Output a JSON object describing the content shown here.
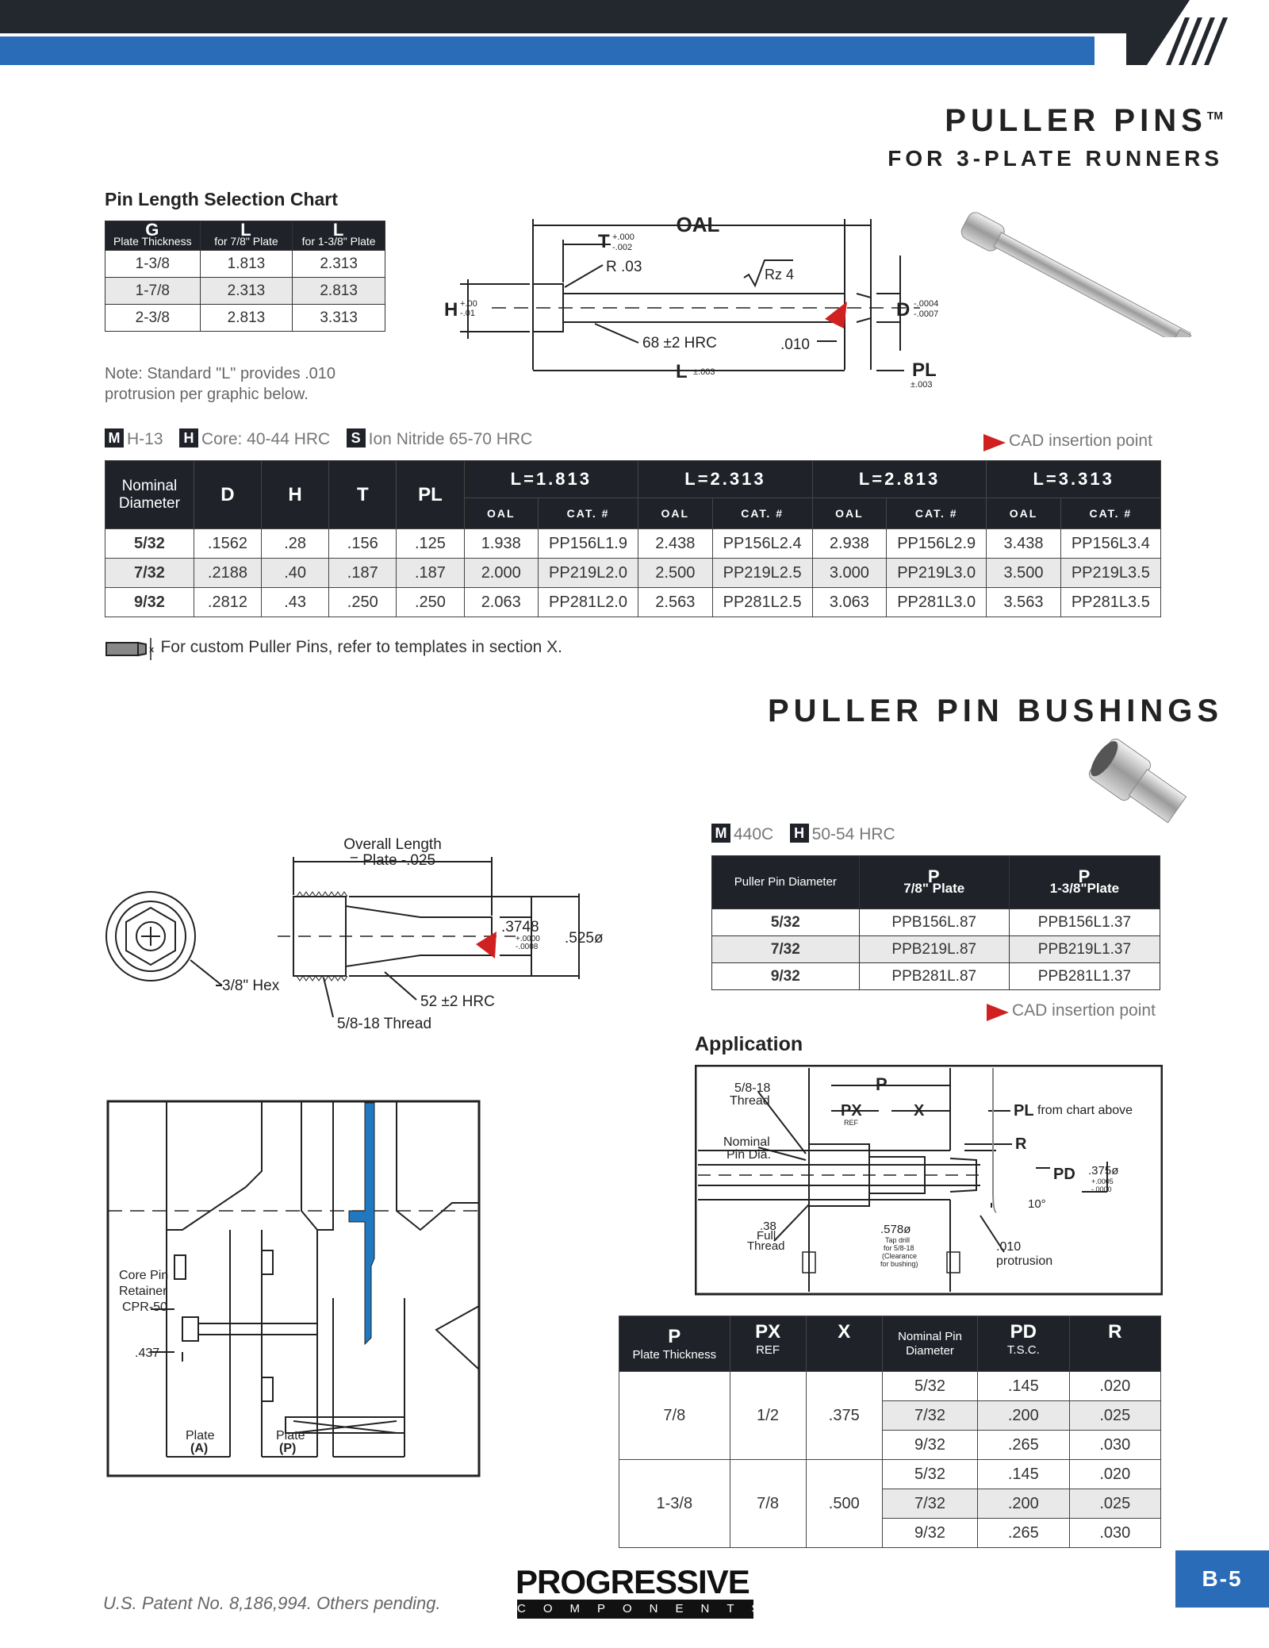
{
  "header": {
    "title": "PULLER PINS",
    "trademark": "TM",
    "subtitle": "FOR 3-PLATE RUNNERS"
  },
  "selection_chart": {
    "heading": "Pin Length Selection Chart",
    "col1_letter": "G",
    "col1_sub": "Plate Thickness",
    "col2_letter": "L",
    "col2_sub": "for 7/8\" Plate",
    "col3_letter": "L",
    "col3_sub": "for 1-3/8\" Plate",
    "rows": [
      [
        "1-3/8",
        "1.813",
        "2.313"
      ],
      [
        "1-7/8",
        "2.313",
        "2.813"
      ],
      [
        "2-3/8",
        "2.813",
        "3.313"
      ]
    ],
    "note_line1": "Note: Standard \"L\" provides .010",
    "note_line2": "protrusion per graphic below."
  },
  "pin_drawing": {
    "oal": "OAL",
    "t": "T",
    "t_tol_up": "+.000",
    "t_tol_dn": "-.002",
    "r": "R .03",
    "rz": "Rz 4",
    "h": "H",
    "h_tol_up": "+.00",
    "h_tol_dn": "-.01",
    "d": "D",
    "d_tol_up": "-.0004",
    "d_tol_dn": "-.0007",
    "hrc": "68 ±2 HRC",
    "prot": ".010",
    "l": "L",
    "l_tol": "±.003",
    "pl": "PL",
    "pl_tol": "±.003"
  },
  "materials": [
    {
      "badge": "M",
      "text": "H-13"
    },
    {
      "badge": "H",
      "text": "Core: 40-44 HRC"
    },
    {
      "badge": "S",
      "text": "Ion Nitride 65-70 HRC"
    }
  ],
  "cad_label": "CAD insertion point",
  "main_table": {
    "nominal": "Nominal Diameter",
    "cols": [
      "D",
      "H",
      "T",
      "PL"
    ],
    "groups": [
      "L=1.813",
      "L=2.313",
      "L=2.813",
      "L=3.313"
    ],
    "sub_oal": "OAL",
    "sub_cat": "CAT. #",
    "rows": [
      [
        "5/32",
        ".1562",
        ".28",
        ".156",
        ".125",
        "1.938",
        "PP156L1.9",
        "2.438",
        "PP156L2.4",
        "2.938",
        "PP156L2.9",
        "3.438",
        "PP156L3.4"
      ],
      [
        "7/32",
        ".2188",
        ".40",
        ".187",
        ".187",
        "2.000",
        "PP219L2.0",
        "2.500",
        "PP219L2.5",
        "3.000",
        "PP219L3.0",
        "3.500",
        "PP219L3.5"
      ],
      [
        "9/32",
        ".2812",
        ".43",
        ".250",
        ".250",
        "2.063",
        "PP281L2.0",
        "2.563",
        "PP281L2.5",
        "3.063",
        "PP281L3.0",
        "3.563",
        "PP281L3.5"
      ]
    ]
  },
  "custom_note": "For custom Puller Pins, refer to templates in section X.",
  "bushings": {
    "title": "PULLER PIN BUSHINGS",
    "materials": [
      {
        "badge": "M",
        "text": "440C"
      },
      {
        "badge": "H",
        "text": "50-54 HRC"
      }
    ],
    "col1": "Puller Pin Diameter",
    "col2_letter": "P",
    "col2_sub": "7/8\" Plate",
    "col3_letter": "P",
    "col3_sub": "1-3/8\"Plate",
    "rows": [
      [
        "5/32",
        "PPB156L.87",
        "PPB156L1.37"
      ],
      [
        "7/32",
        "PPB219L.87",
        "PPB219L1.37"
      ],
      [
        "9/32",
        "PPB281L.87",
        "PPB281L1.37"
      ]
    ],
    "cad_label": "CAD insertion point"
  },
  "bushing_drawing": {
    "overall_1": "Overall Length",
    "overall_2": "= Plate  -.025",
    "dia1": ".3748",
    "dia1_up": "+.0000",
    "dia1_dn": "-.0008",
    "dia2": ".525ø",
    "hex": "3/8\" Hex",
    "hrc": "52 ±2 HRC",
    "thread": "5/8-18 Thread"
  },
  "mold_drawing": {
    "retainer_1": "Core Pin",
    "retainer_2": "Retainer",
    "retainer_3": "CPR-50",
    "dim": ".437",
    "plate_a_1": "Plate",
    "plate_a_2": "(A)",
    "plate_p_1": "Plate",
    "plate_p_2": "(P)"
  },
  "application": {
    "heading": "Application",
    "thread_1": "5/8-18",
    "thread_2": "Thread",
    "p": "P",
    "px": "PX",
    "ref": "REF",
    "x": "X",
    "pl": "PL",
    "pl_note": "from chart above",
    "nominal_1": "Nominal",
    "nominal_2": "Pin Dia.",
    "r": "R",
    "pd": "PD",
    "dia": ".375ø",
    "dia_up": "+.0005",
    "dia_dn": "-.0000",
    "angle": "10°",
    "full_1": ".38",
    "full_2": "Full",
    "full_3": "Thread",
    "tap_1": ".578ø",
    "tap_2": "Tap drill",
    "tap_3": "for 5/8-18",
    "tap_4": "(Clearance",
    "tap_5": "for bushing)",
    "prot_1": ".010",
    "prot_2": "protrusion"
  },
  "app_table": {
    "h_p": "P",
    "h_p_sub": "Plate Thickness",
    "h_px": "PX",
    "h_px_sub": "REF",
    "h_x": "X",
    "h_nom": "Nominal Pin Diameter",
    "h_pd": "PD",
    "h_pd_sub": "T.S.C.",
    "h_r": "R",
    "groups": [
      {
        "p": "7/8",
        "px": "1/2",
        "x": ".375",
        "rows": [
          [
            "5/32",
            ".145",
            ".020"
          ],
          [
            "7/32",
            ".200",
            ".025"
          ],
          [
            "9/32",
            ".265",
            ".030"
          ]
        ]
      },
      {
        "p": "1-3/8",
        "px": "7/8",
        "x": ".500",
        "rows": [
          [
            "5/32",
            ".145",
            ".020"
          ],
          [
            "7/32",
            ".200",
            ".025"
          ],
          [
            "9/32",
            ".265",
            ".030"
          ]
        ]
      }
    ]
  },
  "footer": {
    "patent": "U.S. Patent No. 8,186,994. Others pending.",
    "logo_1": "PROGRESSIVE",
    "logo_2": "COMPONENTS",
    "page": "B-5"
  }
}
